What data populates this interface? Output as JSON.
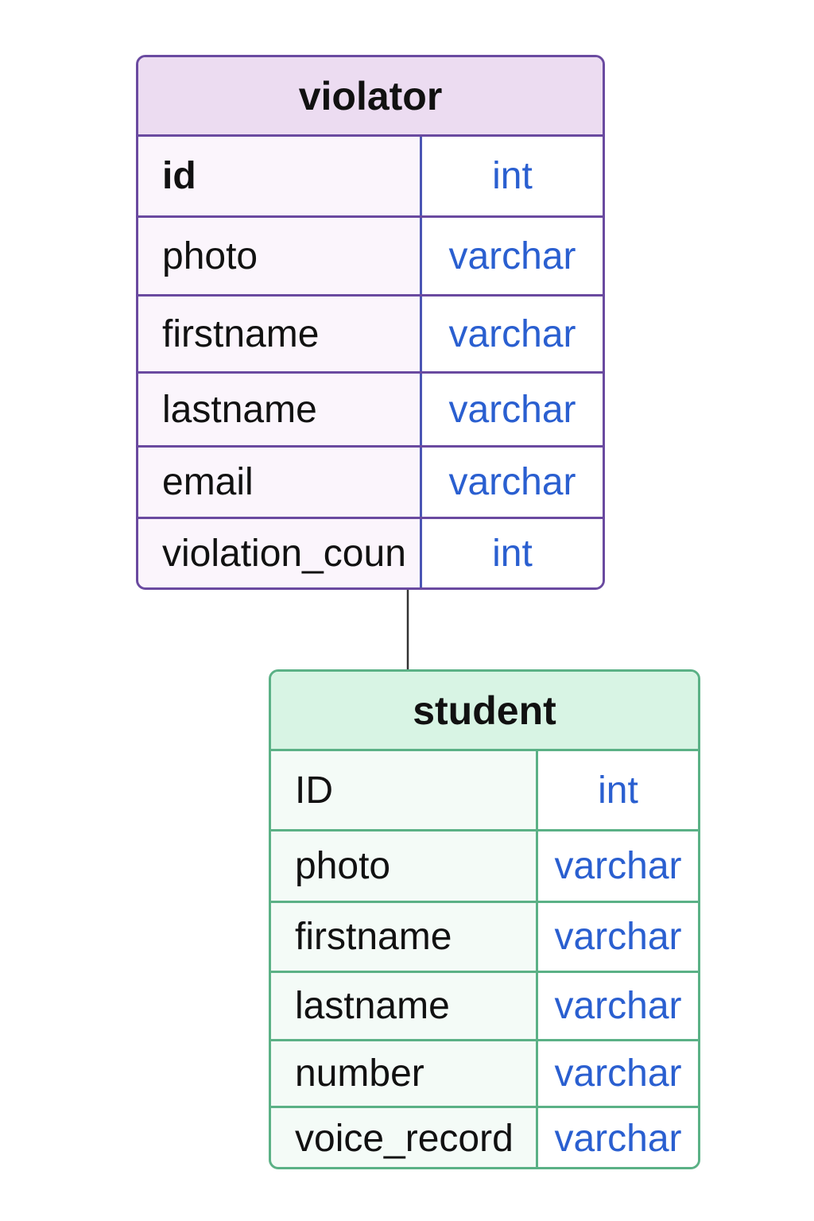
{
  "entities": {
    "violator": {
      "name": "violator",
      "fields": [
        {
          "name": "id",
          "type": "int"
        },
        {
          "name": "photo",
          "type": "varchar"
        },
        {
          "name": "firstname",
          "type": "varchar"
        },
        {
          "name": "lastname",
          "type": "varchar"
        },
        {
          "name": "email",
          "type": "varchar"
        },
        {
          "name": "violation_coun",
          "type": "int"
        }
      ]
    },
    "student": {
      "name": "student",
      "fields": [
        {
          "name": "ID",
          "type": "int"
        },
        {
          "name": "photo",
          "type": "varchar"
        },
        {
          "name": "firstname",
          "type": "varchar"
        },
        {
          "name": "lastname",
          "type": "varchar"
        },
        {
          "name": "number",
          "type": "varchar"
        },
        {
          "name": "voice_record",
          "type": "varchar"
        }
      ]
    }
  },
  "colors": {
    "violator_border": "#6a4aa0",
    "violator_header": "#ecdcf1",
    "student_border": "#5bb186",
    "student_header": "#d8f4e4",
    "type_text": "#2a5fd0",
    "connector": "#333333"
  }
}
